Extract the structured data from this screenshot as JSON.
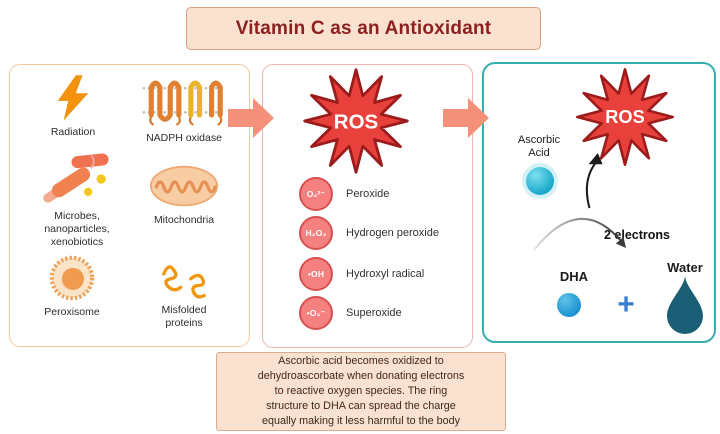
{
  "title": "Vitamin C as an Antioxidant",
  "colors": {
    "accent_red": "#e8413c",
    "star_stroke": "#9c1b1b",
    "accent_teal": "#35afad",
    "accent_orange": "#f0941f",
    "arrow_salmon": "#f5917b",
    "peach_bg": "#fbe2d0",
    "title_text": "#8e1f1f",
    "badge_fill": "#f58080",
    "badge_stroke": "#d8504f",
    "cyan_sphere": "#25b7d3",
    "blue_sphere": "#2196d3",
    "plus_blue": "#3b7ed0",
    "water_drop": "#1a5f75"
  },
  "sources": {
    "items": [
      {
        "icon": "lightning-icon",
        "label": "Radiation"
      },
      {
        "icon": "membrane-protein-icon",
        "label": "NADPH oxidase"
      },
      {
        "icon": "microbes-icon",
        "label": "Microbes,\nnanoparticles,\nxenobiotics"
      },
      {
        "icon": "mitochondria-icon",
        "label": "Mitochondria"
      },
      {
        "icon": "peroxisome-icon",
        "label": "Peroxisome"
      },
      {
        "icon": "misfolded-proteins-icon",
        "label": "Misfolded\nproteins"
      }
    ]
  },
  "ros": {
    "star_label": "ROS",
    "species": [
      {
        "formula": "O₂²⁻",
        "name": "Peroxide"
      },
      {
        "formula": "H₂O₂",
        "name": "Hydrogen peroxide"
      },
      {
        "formula": "•OH",
        "name": "Hydroxyl radical"
      },
      {
        "formula": "•O₂⁻",
        "name": "Superoxide"
      }
    ]
  },
  "vitc": {
    "star_label": "ROS",
    "ascorbic_label": "Ascorbic\nAcid",
    "electrons_label": "2 electrons",
    "dha_label": "DHA",
    "plus_sign": "+",
    "water_label": "Water"
  },
  "caption": "Ascorbic acid becomes oxidized to\ndehydroascorbate when donating electrons\nto reactive oxygen species. The ring\nstructure to DHA can spread the charge\nequally making it less harmful to the body"
}
